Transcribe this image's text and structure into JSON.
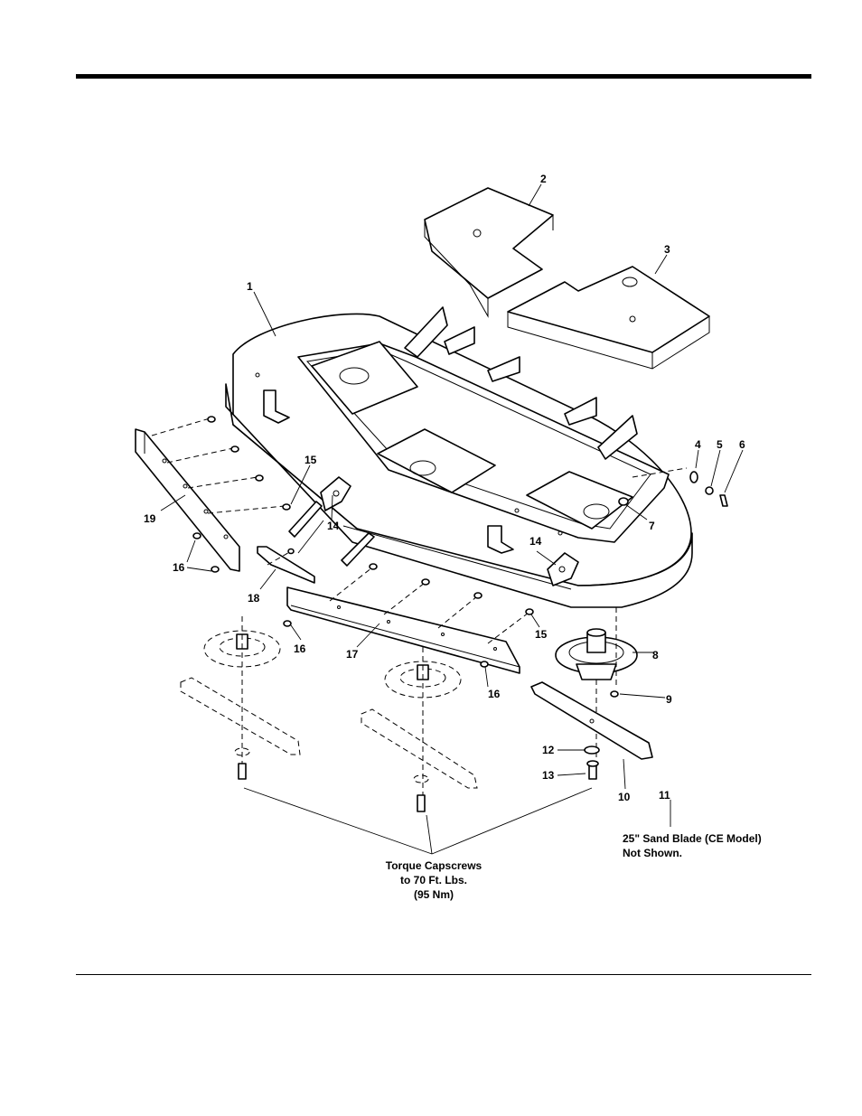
{
  "callouts": [
    "1",
    "2",
    "3",
    "4",
    "5",
    "6",
    "7",
    "8",
    "9",
    "10",
    "11",
    "12",
    "13",
    "14",
    "15",
    "16",
    "17",
    "18",
    "19"
  ],
  "repeated_callouts": {
    "c14b": "14",
    "c15b": "15",
    "c16b": "16",
    "c16c": "16",
    "c16d": "16"
  },
  "notes": {
    "sand_blade_line1": "25\" Sand Blade (CE Model)",
    "sand_blade_line2": "Not Shown.",
    "torque_line1": "Torque Capscrews",
    "torque_line2": "to 70 Ft. Lbs.",
    "torque_line3": "(95 Nm)"
  }
}
